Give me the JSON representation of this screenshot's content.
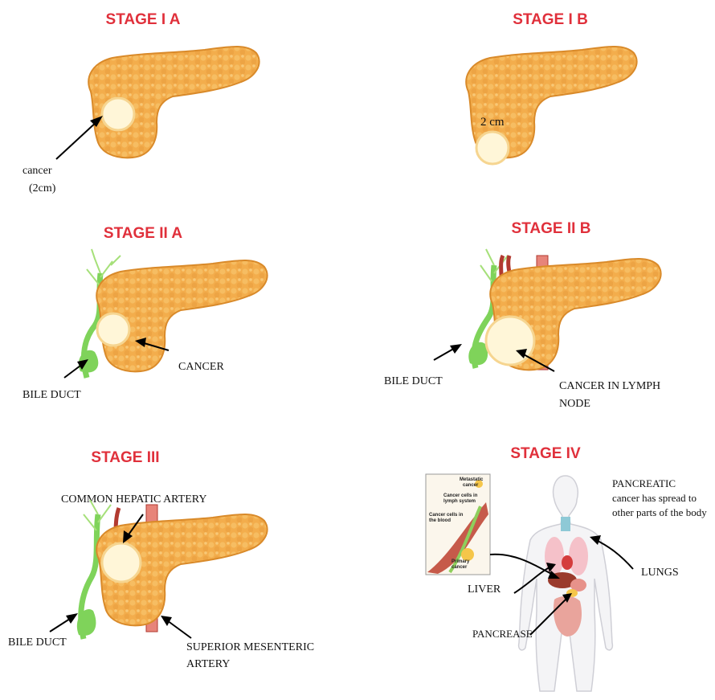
{
  "colors": {
    "title_red": "#e0303b",
    "pancreas": "#f3ad4c",
    "pancreas_dark": "#d98a2a",
    "tumor": "#fff6d8",
    "bile_duct": "#7fd35a",
    "artery": "#b23a30",
    "vessel_pink": "#e7847a"
  },
  "panels": {
    "stage_1a": {
      "title": "STAGE I A",
      "label_cancer": "cancer",
      "label_size": "(2cm)"
    },
    "stage_1b": {
      "title": "STAGE I B",
      "label_size": "2 cm"
    },
    "stage_2a": {
      "title": "STAGE II A",
      "label_cancer": "CANCER",
      "label_bile_duct": "BILE DUCT"
    },
    "stage_2b": {
      "title": "STAGE II B",
      "label_bile_duct": "BILE DUCT",
      "label_lymph_1": "CANCER IN LYMPH",
      "label_lymph_2": "NODE"
    },
    "stage_3": {
      "title": "STAGE III",
      "label_hepatic": "COMMON HEPATIC ARTERY",
      "label_bile_duct": "BILE DUCT",
      "label_sma_1": "SUPERIOR MESENTERIC",
      "label_sma_2": "ARTERY"
    },
    "stage_4": {
      "title": "STAGE IV",
      "note_1": "PANCREATIC",
      "note_2": "cancer has spread to",
      "note_3": "other parts of the body",
      "label_lungs": "LUNGS",
      "label_liver": "LIVER",
      "label_pancreas": "PANCREASE",
      "inset": {
        "t1": "Metastatic",
        "t2": "cancer",
        "t3": "Cancer cells in",
        "t4": "lymph system",
        "t5": "Cancer cells in",
        "t6": "the blood",
        "t7": "Primary",
        "t8": "cancer"
      }
    }
  }
}
